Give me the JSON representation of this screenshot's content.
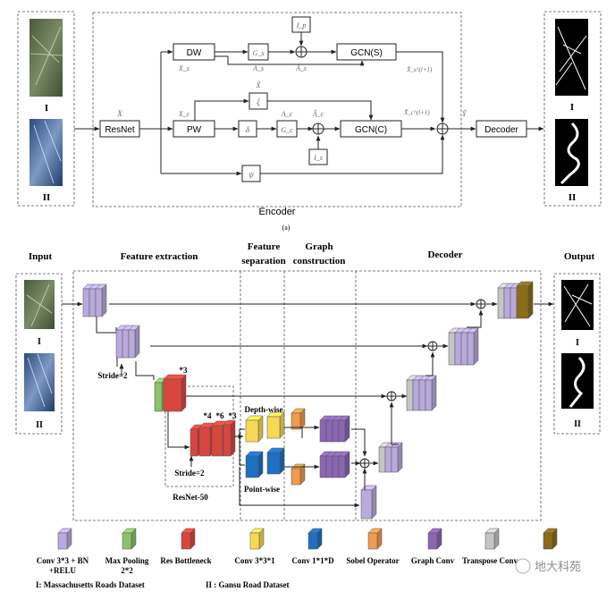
{
  "part_a": {
    "caption": "(a)",
    "encoder_label": "Encoder",
    "input_labels": [
      "I",
      "II"
    ],
    "output_labels": [
      "I",
      "II"
    ],
    "blocks": {
      "resnet": "ResNet",
      "dw": "DW",
      "pw": "PW",
      "gcn_s": "GCN(S)",
      "gcn_c": "GCN(C)",
      "decoder": "Decoder",
      "g_s": "G_s",
      "g_c": "G_c",
      "xi": "ξ",
      "delta": "δ",
      "psi": "ψ",
      "i_p": "I_p",
      "i_s": "I_s"
    },
    "symbols": {
      "x": "X",
      "x_s": "X_s",
      "x_c": "X_c",
      "x_hat": "X̂",
      "a_s": "A_s",
      "a_hat_s": "Â_s",
      "a_c": "A_c",
      "a_tilde_c": "Ã_c",
      "x_hat_s_l1": "X̂_s^(l+1)",
      "x_tilde_c_l1": "X̃_c^(l+1)",
      "y_hat": "Ŷ"
    }
  },
  "part_b": {
    "headers": {
      "input": "Input",
      "feature_extraction": "Feature extraction",
      "feature_separation": "Feature separation",
      "graph_construction": "Graph construction",
      "decoder": "Decoder",
      "output": "Output"
    },
    "annotations": {
      "stride1": "Stride=2",
      "stride2": "Stride=2",
      "resnet50": "ResNet-50",
      "x3a": "*3",
      "x4": "*4",
      "x6": "*6",
      "x3b": "*3",
      "depth_wise": "Depth-wise",
      "point_wise": "Point-wise"
    },
    "input_labels": [
      "I",
      "II"
    ],
    "output_labels": [
      "I",
      "II"
    ]
  },
  "legend": [
    {
      "label": "Conv 3*3 + BN +RELU",
      "color": "#b9a9dc"
    },
    {
      "label": "Max Pooling 2*2",
      "color": "#8cc26a"
    },
    {
      "label": "Res Bottleneck",
      "color": "#d9463e"
    },
    {
      "label": "Conv 3*3*1",
      "color": "#f7d955"
    },
    {
      "label": "Conv 1*1*D",
      "color": "#1f6fc2"
    },
    {
      "label": "Sobel Operator",
      "color": "#f29a4e"
    },
    {
      "label": "Graph Conv",
      "color": "#8a66b3"
    },
    {
      "label": "Transpose Conv",
      "color": "#c5c5c5"
    },
    {
      "label": "",
      "color": "#8a6d1a"
    }
  ],
  "dataset_notes": {
    "left": "I: Massachusetts Roads Dataset",
    "right": "II : Gansu Road Dataset"
  },
  "watermark": "地大科苑"
}
